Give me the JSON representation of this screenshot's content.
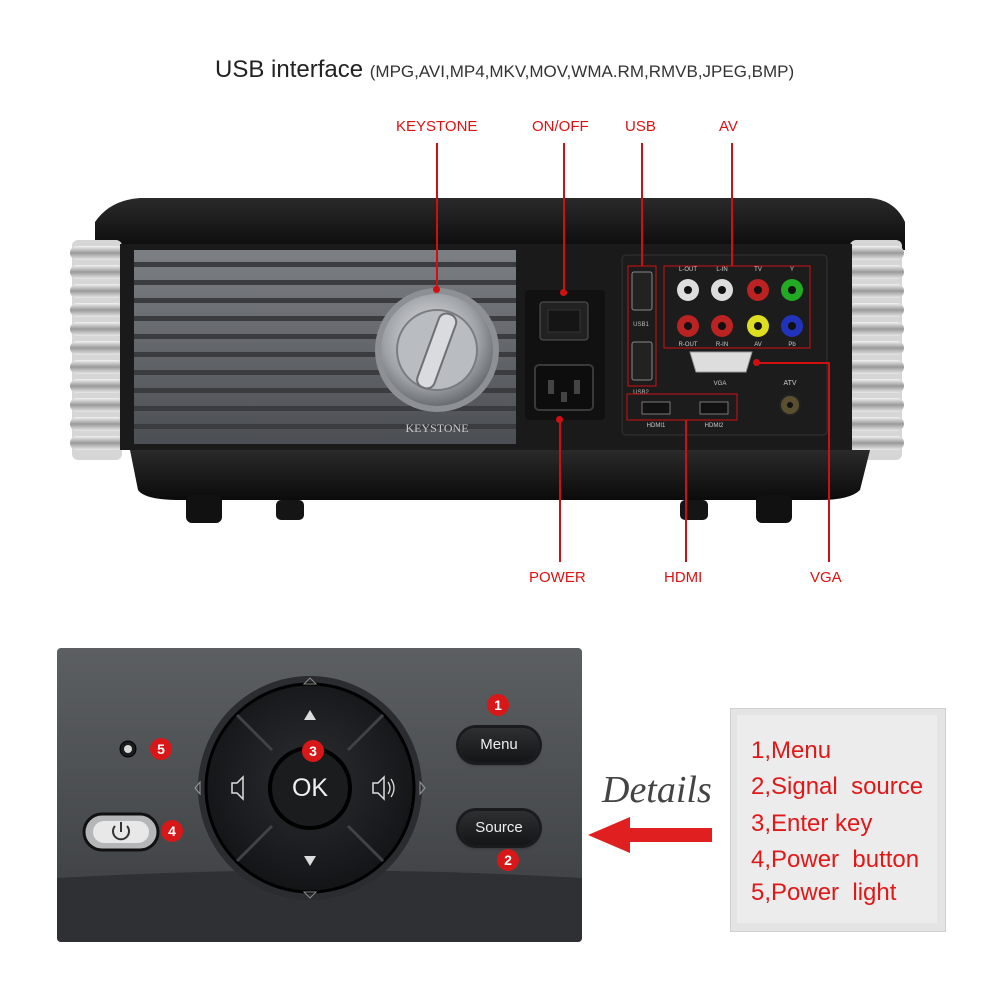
{
  "header": {
    "title_main": "USB interface",
    "title_sub": "(MPG,AVI,MP4,MKV,MOV,WMA.RM,RMVB,JPEG,BMP)"
  },
  "callouts": {
    "keystone": "KEYSTONE",
    "on_off": "ON/OFF",
    "usb": "USB",
    "av": "AV",
    "power": "POWER",
    "hdmi": "HDMI",
    "vga": "VGA"
  },
  "projector": {
    "keystone_text": "KEYSTONE",
    "ports": {
      "usb1": "USB1",
      "usb2": "USB2",
      "l_out": "L-OUT",
      "l_in": "L-IN",
      "tv": "TV",
      "y": "Y",
      "r_out": "R-OUT",
      "r_in": "R-IN",
      "av": "AV",
      "pb": "Pb",
      "vga": "VGA",
      "atv": "ATV",
      "hdmi1": "HDMI1",
      "hdmi2": "HDMI2"
    }
  },
  "control_panel": {
    "menu_label": "Menu",
    "source_label": "Source",
    "ok_label": "OK",
    "badges": [
      "1",
      "2",
      "3",
      "4",
      "5"
    ]
  },
  "details": {
    "word": "Details",
    "items": [
      "1,Menu",
      "2,Signal  source",
      "3,Enter key",
      "4,Power  button",
      "5,Power  light"
    ]
  },
  "colors": {
    "accent_red": "#e01010",
    "badge_red": "#d81818"
  }
}
